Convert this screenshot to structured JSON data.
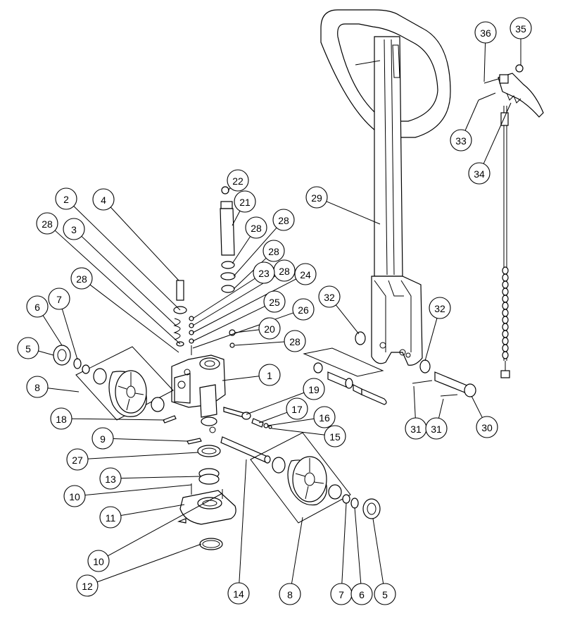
{
  "diagram": {
    "callouts": [
      {
        "id": "c22",
        "label": "22"
      },
      {
        "id": "c21",
        "label": "21"
      },
      {
        "id": "c28a",
        "label": "28"
      },
      {
        "id": "c28b",
        "label": "28"
      },
      {
        "id": "c28c",
        "label": "28"
      },
      {
        "id": "c28d",
        "label": "28"
      },
      {
        "id": "c23",
        "label": "23"
      },
      {
        "id": "c24",
        "label": "24"
      },
      {
        "id": "c25",
        "label": "25"
      },
      {
        "id": "c26",
        "label": "26"
      },
      {
        "id": "c20",
        "label": "20"
      },
      {
        "id": "c28e",
        "label": "28"
      },
      {
        "id": "c2",
        "label": "2"
      },
      {
        "id": "c4",
        "label": "4"
      },
      {
        "id": "c28f",
        "label": "28"
      },
      {
        "id": "c3",
        "label": "3"
      },
      {
        "id": "c28g",
        "label": "28"
      },
      {
        "id": "c6a",
        "label": "6"
      },
      {
        "id": "c7a",
        "label": "7"
      },
      {
        "id": "c5a",
        "label": "5"
      },
      {
        "id": "c8a",
        "label": "8"
      },
      {
        "id": "c1",
        "label": "1"
      },
      {
        "id": "c19",
        "label": "19"
      },
      {
        "id": "c17",
        "label": "17"
      },
      {
        "id": "c16",
        "label": "16"
      },
      {
        "id": "c15",
        "label": "15"
      },
      {
        "id": "c18",
        "label": "18"
      },
      {
        "id": "c9",
        "label": "9"
      },
      {
        "id": "c27",
        "label": "27"
      },
      {
        "id": "c13",
        "label": "13"
      },
      {
        "id": "c10a",
        "label": "10"
      },
      {
        "id": "c11",
        "label": "11"
      },
      {
        "id": "c10b",
        "label": "10"
      },
      {
        "id": "c12",
        "label": "12"
      },
      {
        "id": "c14",
        "label": "14"
      },
      {
        "id": "c8b",
        "label": "8"
      },
      {
        "id": "c7b",
        "label": "7"
      },
      {
        "id": "c6b",
        "label": "6"
      },
      {
        "id": "c5b",
        "label": "5"
      },
      {
        "id": "c36",
        "label": "36"
      },
      {
        "id": "c35",
        "label": "35"
      },
      {
        "id": "c33",
        "label": "33"
      },
      {
        "id": "c34",
        "label": "34"
      },
      {
        "id": "c29",
        "label": "29"
      },
      {
        "id": "c32a",
        "label": "32"
      },
      {
        "id": "c32b",
        "label": "32"
      },
      {
        "id": "c31a",
        "label": "31"
      },
      {
        "id": "c31b",
        "label": "31"
      },
      {
        "id": "c30",
        "label": "30"
      }
    ]
  }
}
